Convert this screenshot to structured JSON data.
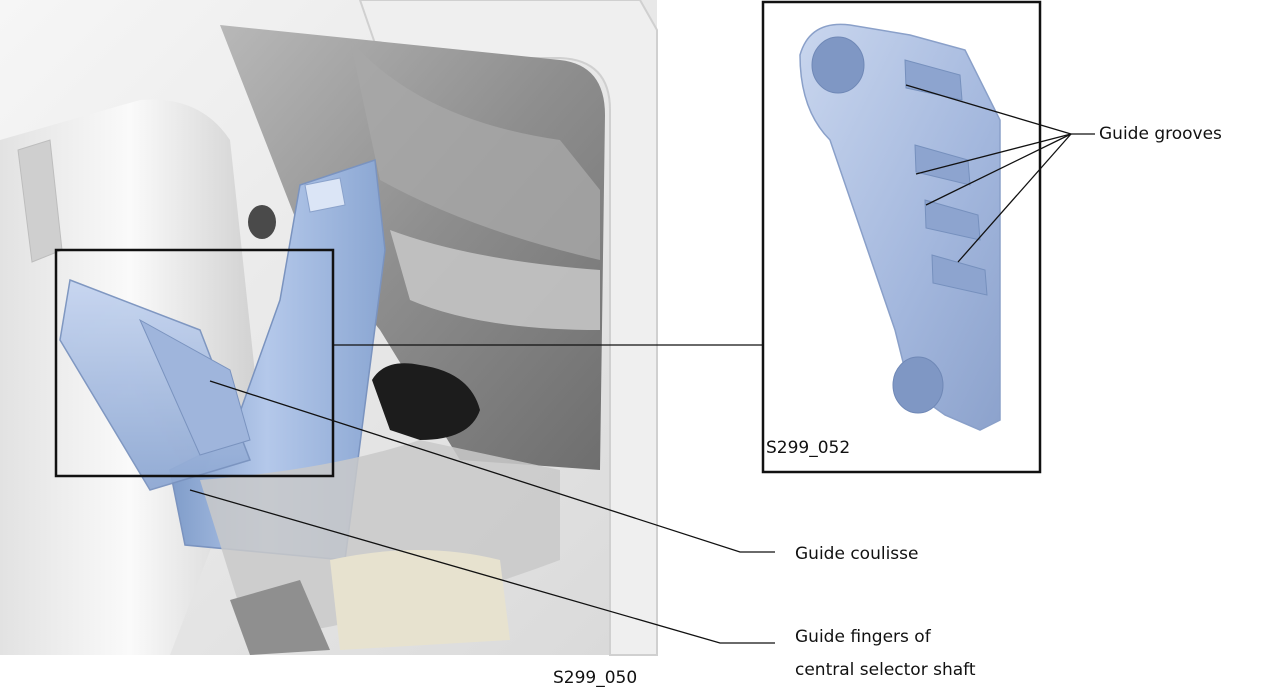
{
  "labels": {
    "guide_grooves": "Guide grooves",
    "guide_coulisse": "Guide coulisse",
    "guide_fingers_line1": "Guide fingers of",
    "guide_fingers_line2": "central selector shaft",
    "code_main": "S299_050",
    "code_inset": "S299_052"
  },
  "colors": {
    "part_blue": "#a9bfe2",
    "housing_grey": "#d6d6d6",
    "background": "#ffffff"
  }
}
